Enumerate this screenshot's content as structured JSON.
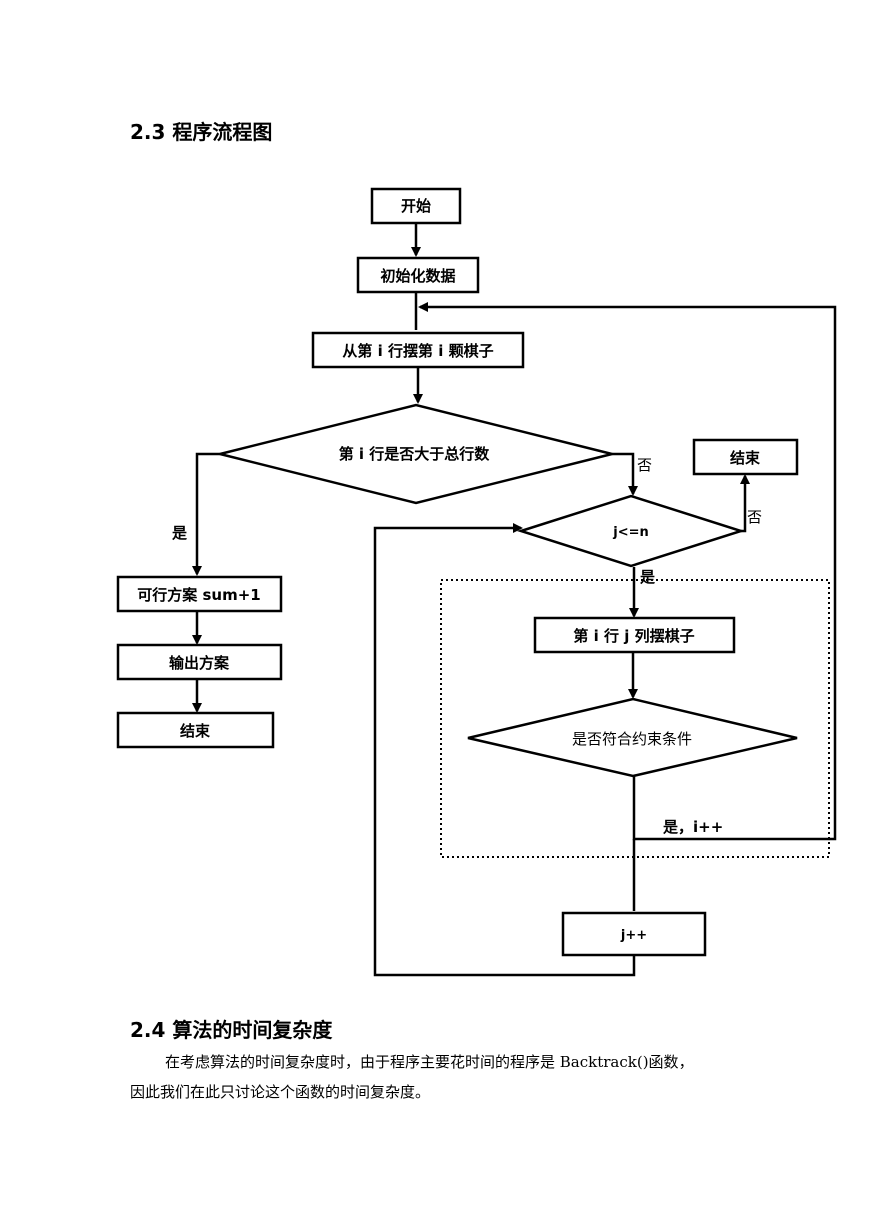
{
  "section_23": {
    "title": "2.3 程序流程图"
  },
  "flowchart": {
    "start": "开始",
    "init": "初始化数据",
    "place_row": "从第 i 行摆第 i 颗棋子",
    "cond_rows": "第 i 行是否大于总行数",
    "label_yes_left": "是",
    "label_no_right": "否",
    "end_right": "结束",
    "cond_j": "j<=n",
    "label_no_end": "否",
    "label_yes_down": "是",
    "feasible": "可行方案 sum+1",
    "output": "输出方案",
    "end_left": "结束",
    "place_col": "第 i 行 j 列摆棋子",
    "cond_constraint": "是否符合约束条件",
    "label_yes_i": "是，i++",
    "j_inc": "j++"
  },
  "section_24": {
    "title": "2.4 算法的时间复杂度",
    "para_line1": "在考虑算法的时间复杂度时，由于程序主要花时间的程序是 Backtrack()函数，",
    "para_line2": "因此我们在此只讨论这个函数的时间复杂度。"
  }
}
